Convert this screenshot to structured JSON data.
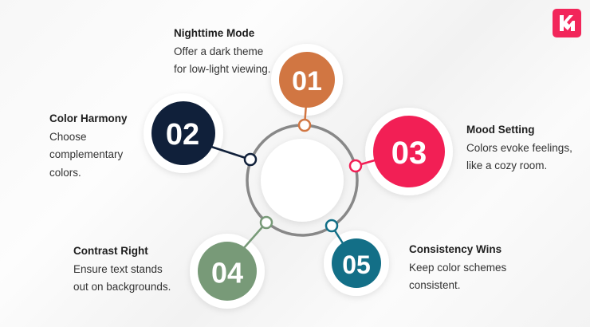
{
  "items": [
    {
      "number": "01",
      "title": "Nighttime Mode",
      "lines": [
        "Offer a dark theme",
        "for low-light viewing."
      ],
      "color": "#D17642"
    },
    {
      "number": "02",
      "title": "Color Harmony",
      "lines": [
        "Choose",
        "complementary",
        "colors."
      ],
      "color": "#10203A"
    },
    {
      "number": "03",
      "title": "Mood Setting",
      "lines": [
        "Colors evoke feelings,",
        "like a cozy room."
      ],
      "color": "#F21F55"
    },
    {
      "number": "04",
      "title": "Contrast Right",
      "lines": [
        "Ensure text stands",
        "out on backgrounds."
      ],
      "color": "#789A78"
    },
    {
      "number": "05",
      "title": "Consistency Wins",
      "lines": [
        "Keep color schemes",
        "consistent."
      ],
      "color": "#136F87"
    }
  ],
  "logo": {
    "text": "KM",
    "color": "#F2265A"
  }
}
